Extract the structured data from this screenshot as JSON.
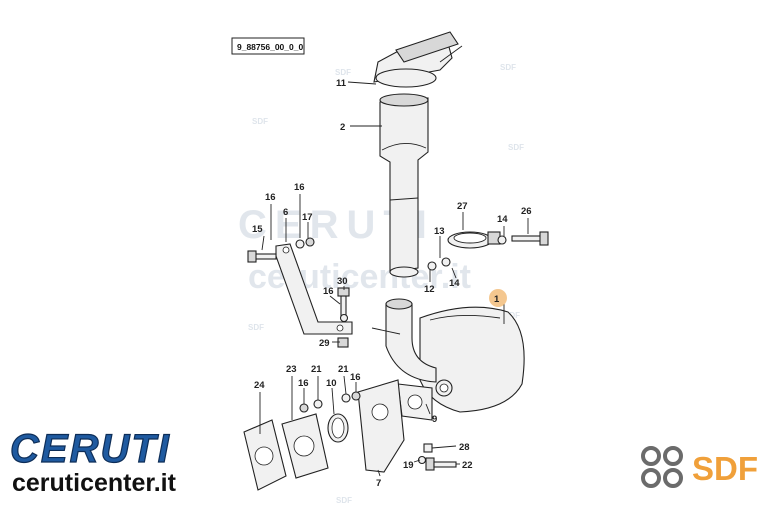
{
  "diagram": {
    "code": "9_88756_00_0_0",
    "watermark_brand": "CERUTI",
    "watermark_url": "ceruticenter.it",
    "small_watermark": "SDF",
    "highlight_color": "#f0b46a",
    "labels": {
      "p1": "1",
      "p2": "2",
      "p6": "6",
      "p7": "7",
      "p9": "9",
      "p10": "10",
      "p11": "11",
      "p12": "12",
      "p13": "13",
      "p14a": "14",
      "p14b": "14",
      "p15": "15",
      "p16a": "16",
      "p16b": "16",
      "p16c": "16",
      "p16d": "16",
      "p16e": "16",
      "p17": "17",
      "p19": "19",
      "p21a": "21",
      "p21b": "21",
      "p22": "22",
      "p23": "23",
      "p24": "24",
      "p26": "26",
      "p27": "27",
      "p28": "28",
      "p29": "29",
      "p30": "30"
    }
  },
  "logos": {
    "ceruti_brand": "CERUTI",
    "ceruti_url": "ceruticenter.it",
    "ceruti_color": "#1f5aa0",
    "sdf_text": "SDF",
    "sdf_color": "#f0a03a"
  }
}
